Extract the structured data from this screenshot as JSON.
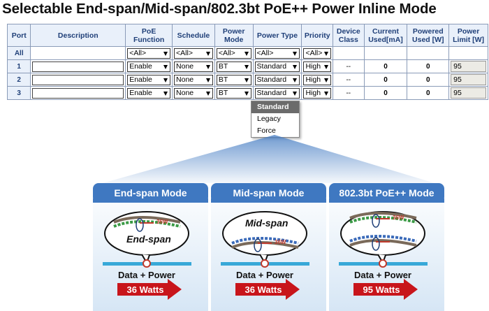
{
  "page_title": "Selectable End-span/Mid-span/802.3bt PoE++ Power Inline Mode",
  "table": {
    "headers": [
      "Port",
      "Description",
      "PoE Function",
      "Schedule",
      "Power Mode",
      "Power Type",
      "Priority",
      "Device Class",
      "Current Used[mA]",
      "Powered Used [W]",
      "Power Limit [W]"
    ],
    "all_row": {
      "port": "All",
      "poe_function": "<All>",
      "schedule": "<All>",
      "power_mode": "<All>",
      "power_type": "<All>",
      "priority": "<All>"
    },
    "rows": [
      {
        "port": "1",
        "description": "",
        "poe_function": "Enable",
        "schedule": "None",
        "power_mode": "BT",
        "power_type": "Standard",
        "priority": "High",
        "device_class": "--",
        "current_used": "0",
        "powered_used": "0",
        "power_limit": "95"
      },
      {
        "port": "2",
        "description": "",
        "poe_function": "Enable",
        "schedule": "None",
        "power_mode": "BT",
        "power_type": "Standard",
        "priority": "High",
        "device_class": "--",
        "current_used": "0",
        "powered_used": "0",
        "power_limit": "95"
      },
      {
        "port": "3",
        "description": "",
        "poe_function": "Enable",
        "schedule": "None",
        "power_mode": "BT",
        "power_type": "Standard",
        "priority": "High",
        "device_class": "--",
        "current_used": "0",
        "powered_used": "0",
        "power_limit": "95"
      }
    ]
  },
  "power_type_dropdown": {
    "options": [
      "Standard",
      "Legacy",
      "Force"
    ],
    "selected": "Standard"
  },
  "modes": [
    {
      "title": "End-span Mode",
      "bubble_label": "End-span",
      "watt_tag": "36W",
      "caption": "Data + Power",
      "watts": "36 Watts"
    },
    {
      "title": "Mid-span Mode",
      "bubble_label": "Mid-span",
      "watt_tag": "36W",
      "caption": "Data + Power",
      "watts": "36 Watts"
    },
    {
      "title": "802.3bt PoE++ Mode",
      "bubble_label": "",
      "watt_tag": "36W",
      "caption": "Data + Power",
      "watts": "95 Watts"
    }
  ],
  "colors": {
    "header_bg": "#e9f0fa",
    "header_text": "#1f3f78",
    "panel_header": "#3f78c1",
    "arrow_red": "#c8151b",
    "cable_blue": "#37a8d8"
  }
}
